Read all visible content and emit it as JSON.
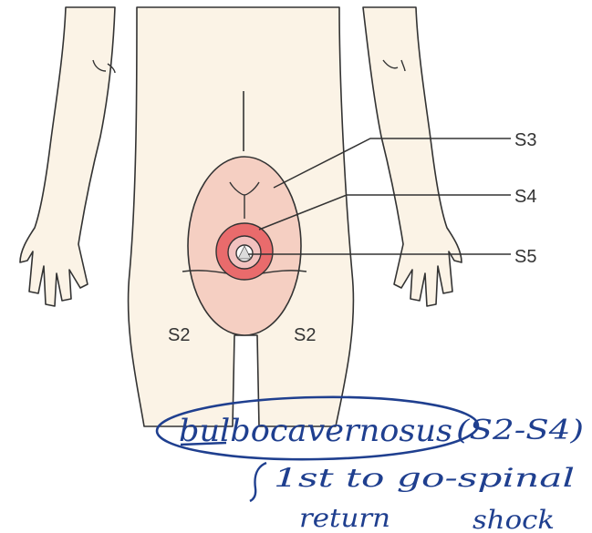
{
  "labels": {
    "s3": "S3",
    "s4": "S4",
    "s5": "S5",
    "s2_left": "S2",
    "s2_right": "S2"
  },
  "annotation": {
    "main": "bulbocavernosus",
    "range": "(S2-S4)",
    "note_line1": "1st to go-spinal",
    "note_line2_a": "return",
    "note_line2_b": "shock"
  },
  "colors": {
    "skin": "#fbf3e6",
    "outline": "#333333",
    "zone_s3": "#f5cfc2",
    "zone_s4": "#e96b6c",
    "zone_s5": "#f2c2bf",
    "ink": "#1f3f8f"
  }
}
